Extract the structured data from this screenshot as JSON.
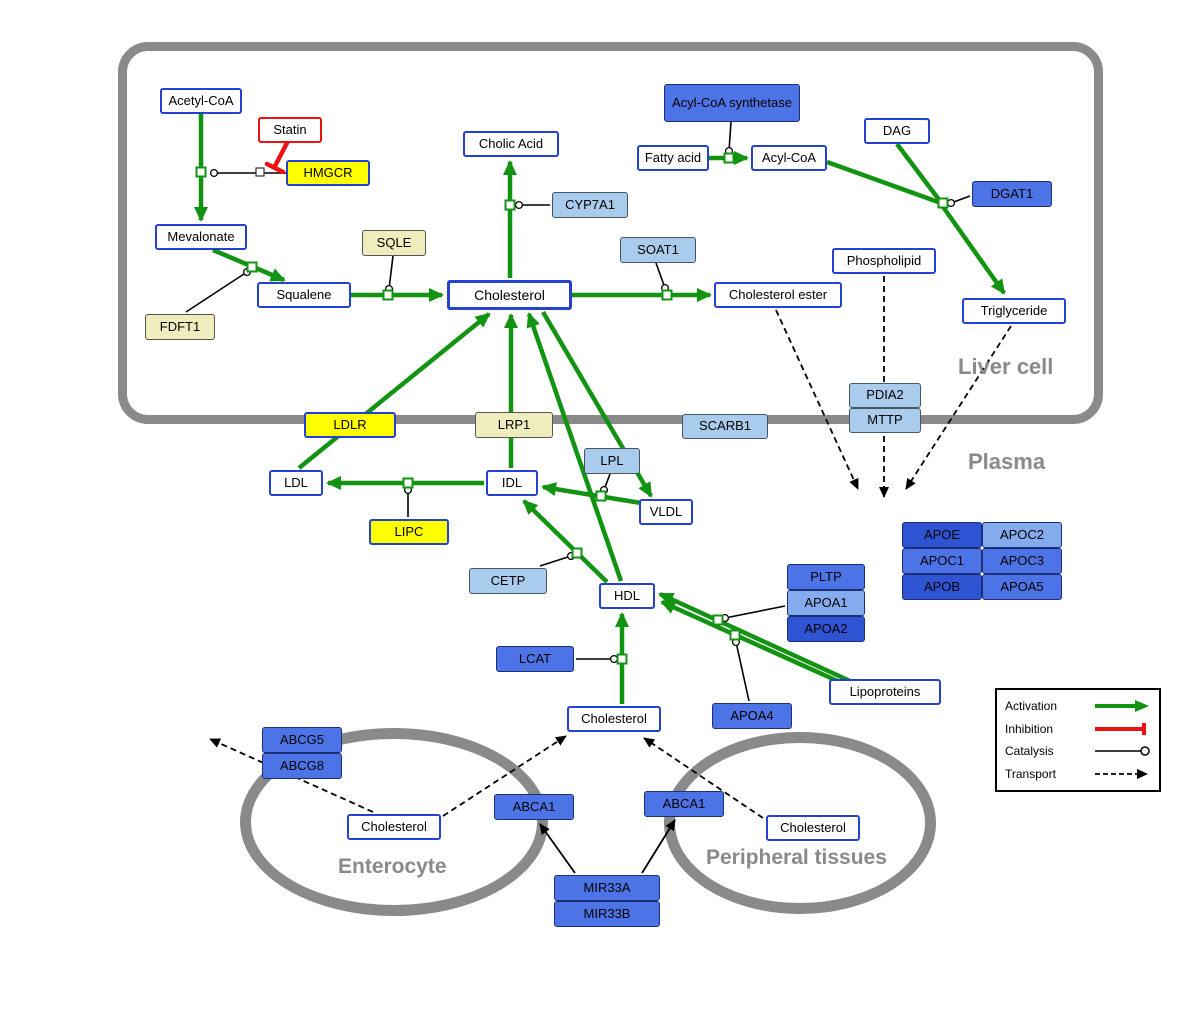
{
  "regions": {
    "liver_cell": "Liver cell",
    "plasma": "Plasma",
    "enterocyte": "Enterocyte",
    "peripheral_tissues": "Peripheral tissues"
  },
  "nodes": {
    "acetyl_coa": "Acetyl-CoA",
    "statin": "Statin",
    "hmgcr": "HMGCR",
    "mevalonate": "Mevalonate",
    "sqle": "SQLE",
    "fdft1": "FDFT1",
    "squalene": "Squalene",
    "cholic_acid": "Cholic Acid",
    "cyp7a1": "CYP7A1",
    "cholesterol_liver": "Cholesterol",
    "soat1": "SOAT1",
    "cholesterol_ester": "Cholesterol ester",
    "acyl_coa_synthetase": "Acyl-CoA synthetase",
    "fatty_acid": "Fatty acid",
    "acyl_coa": "Acyl-CoA",
    "dag": "DAG",
    "dgat1": "DGAT1",
    "phospholipid": "Phospholipid",
    "triglyceride": "Triglyceride",
    "pdia2": "PDIA2",
    "mttp": "MTTP",
    "ldlr": "LDLR",
    "lrp1": "LRP1",
    "scarb1": "SCARB1",
    "ldl": "LDL",
    "idl": "IDL",
    "lpl": "LPL",
    "vldl": "VLDL",
    "lipc": "LIPC",
    "cetp": "CETP",
    "hdl": "HDL",
    "lcat": "LCAT",
    "pltp": "PLTP",
    "apoa1": "APOA1",
    "apoa2": "APOA2",
    "apoa4": "APOA4",
    "lipoproteins": "Lipoproteins",
    "apoe": "APOE",
    "apoc2": "APOC2",
    "apoc1": "APOC1",
    "apoc3": "APOC3",
    "apob": "APOB",
    "apoa5": "APOA5",
    "cholesterol_plasma": "Cholesterol",
    "abcg5": "ABCG5",
    "abcg8": "ABCG8",
    "cholesterol_enterocyte": "Cholesterol",
    "abca1_enterocyte": "ABCA1",
    "abca1_peripheral": "ABCA1",
    "cholesterol_peripheral": "Cholesterol",
    "mir33a": "MIR33A",
    "mir33b": "MIR33B"
  },
  "legend": {
    "activation": "Activation",
    "inhibition": "Inhibition",
    "catalysis": "Catalysis",
    "transport": "Transport"
  },
  "colors": {
    "activation": "#129412",
    "inhibition": "#ee1111",
    "membrane": "#8a8a8a",
    "metabolite_border": "#2441d0",
    "gene_yellow": "#ffff00",
    "gene_pale_yellow": "#efedbd",
    "gene_light_blue": "#a9cbec",
    "gene_blue": "#4d74e6",
    "gene_blue_dark": "#2e54d4",
    "gene_blue_light": "#85abef"
  }
}
